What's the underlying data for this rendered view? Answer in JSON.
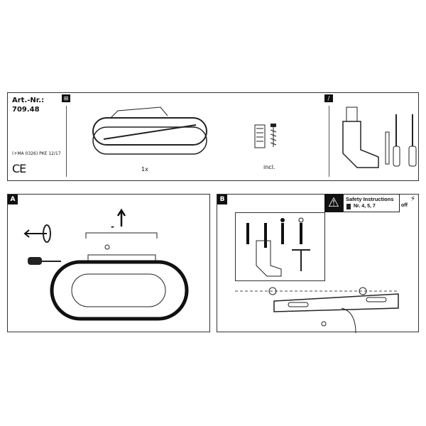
{
  "article": {
    "label": "Art.-Nr.:",
    "number": "709.48",
    "code": "(+MA 0326) PKE 12/17",
    "ce": "CE"
  },
  "contents": {
    "qty_lamp": "1x",
    "qty_screws": "incl."
  },
  "panel_a": {
    "label": "A",
    "direction": "-"
  },
  "panel_b": {
    "label": "B",
    "safety_title": "Safety Instructions",
    "safety_refs": "Nr. 4, 5, 7",
    "power": "off"
  }
}
